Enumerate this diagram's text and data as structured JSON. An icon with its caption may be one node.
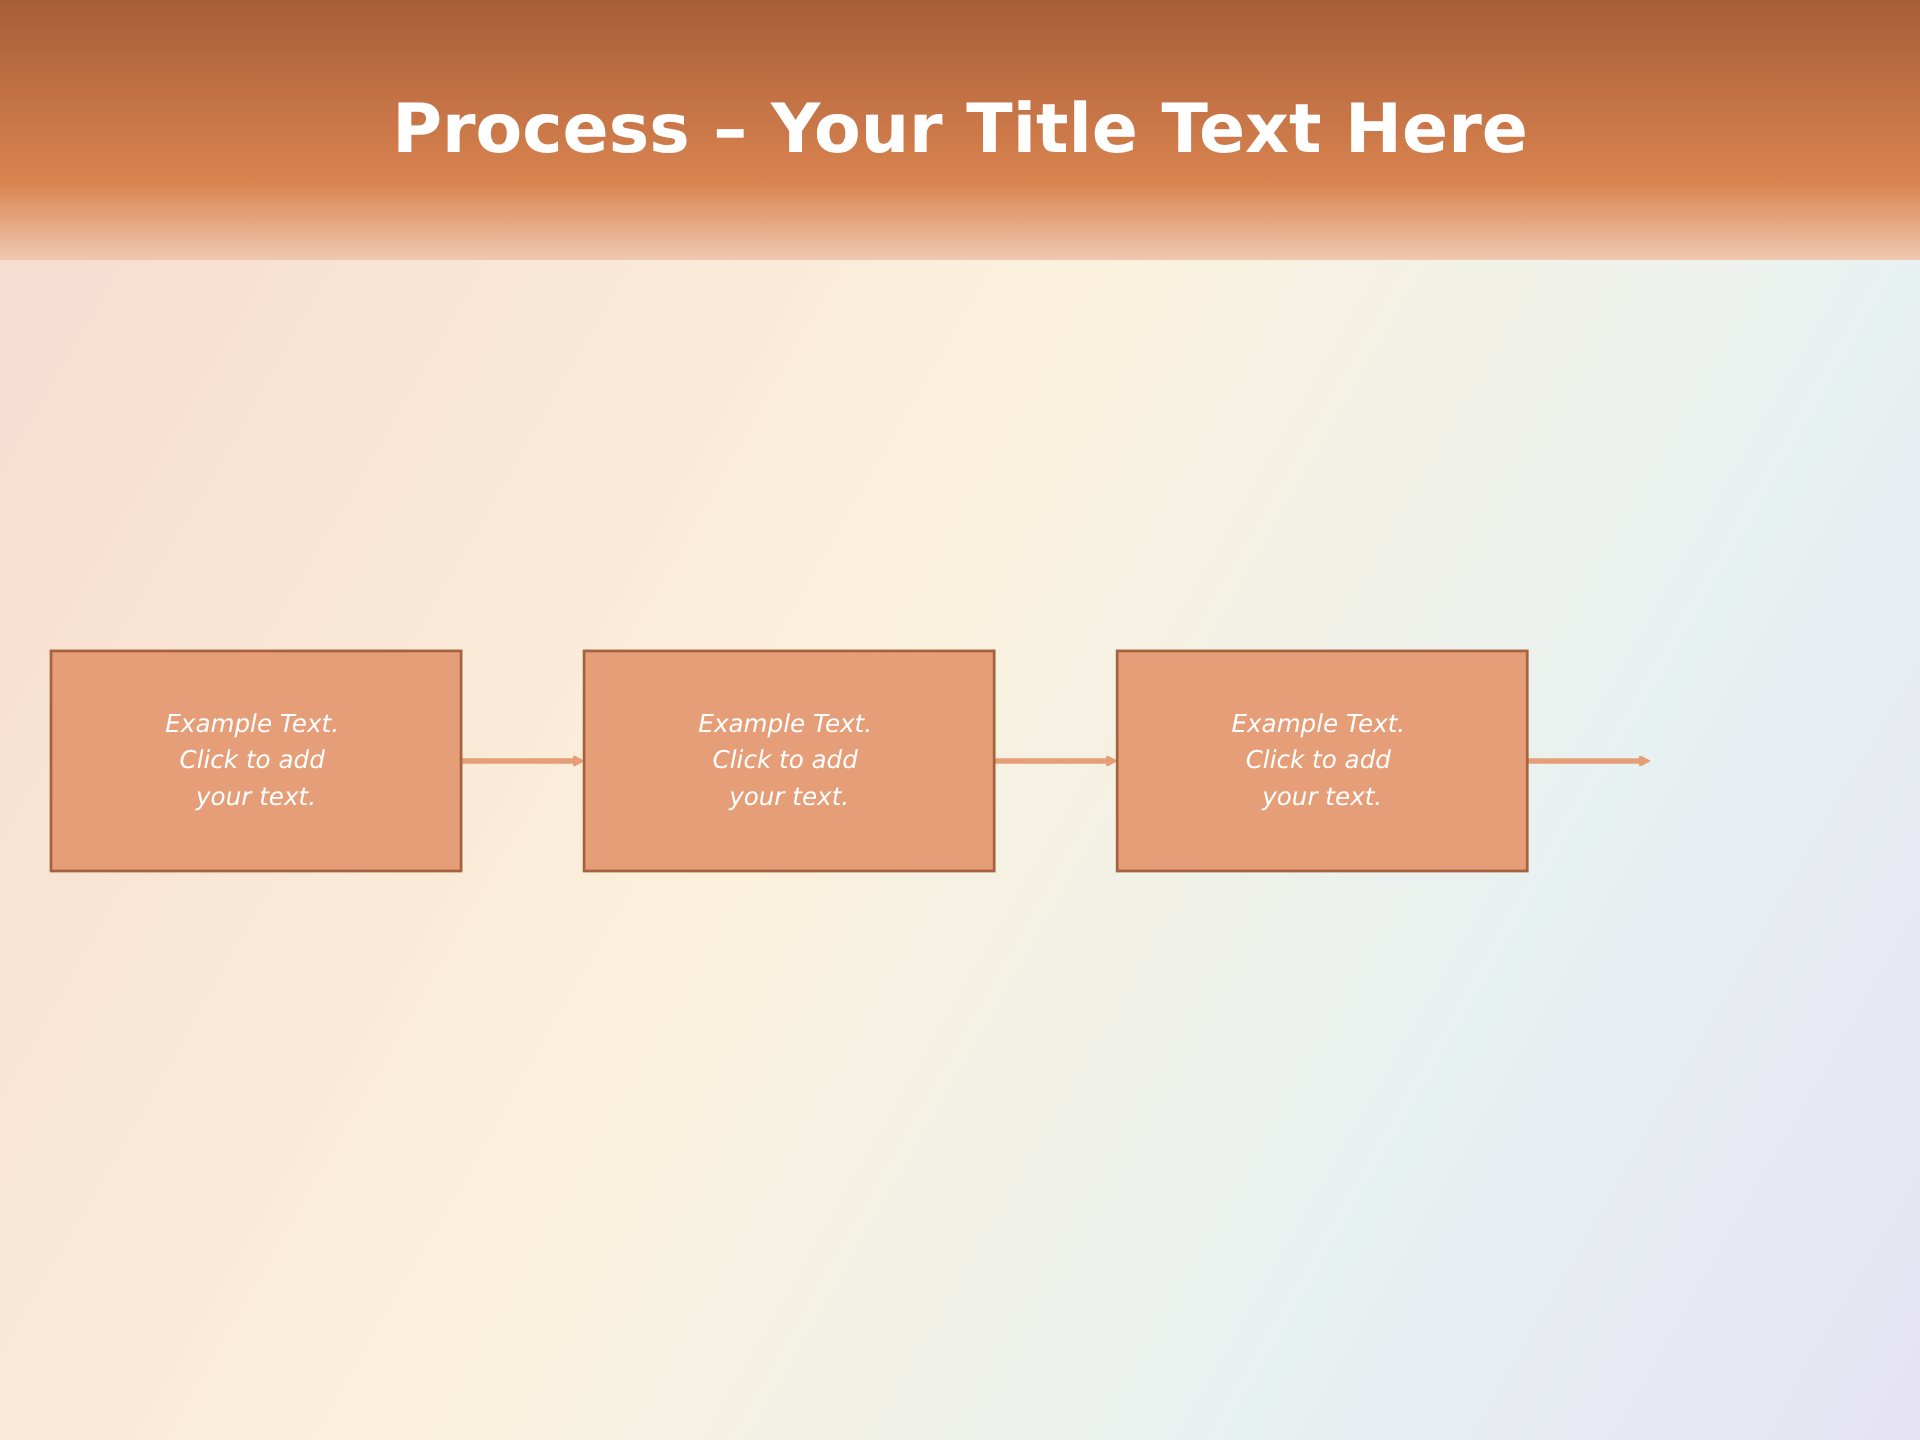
{
  "diagram": {
    "title": "Process – Your Title Text Here",
    "nodes": [
      {
        "text": [
          "Example Text. Click to add your text."
        ]
      },
      {
        "text": [
          "Example Text. Click to add your text."
        ]
      },
      {
        "text": [
          "Example Text. Click to add your text."
        ]
      }
    ],
    "edges": [
      {
        "from": 0,
        "to": 1,
        "arrow": "to"
      },
      {
        "from": 1,
        "to": 2,
        "arrow": "to"
      },
      {
        "from": 2,
        "to": null,
        "arrow": "to"
      }
    ]
  }
}
